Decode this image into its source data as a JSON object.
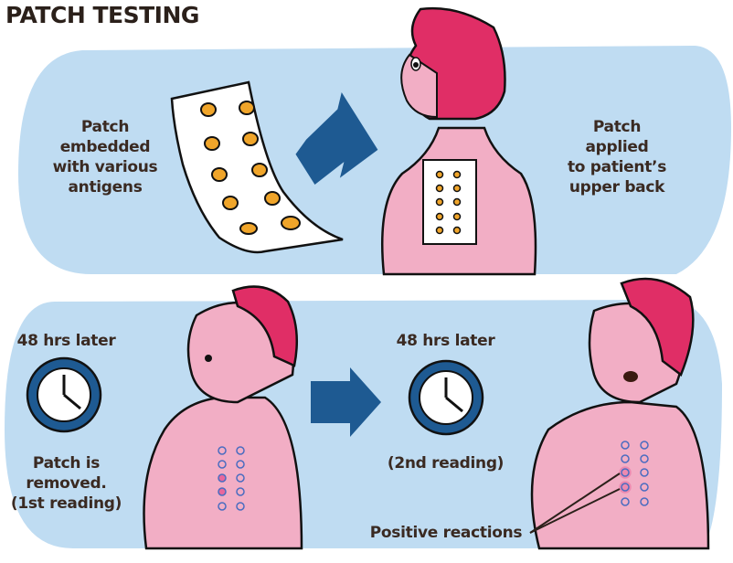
{
  "title": "PATCH TESTING",
  "colors": {
    "panel": "#bfdcf2",
    "arrow": "#1e5a92",
    "skin": "#f2aec5",
    "hair": "#e02e66",
    "antigen": "#f0a52a",
    "reaction": "#e8679c",
    "ring": "#4a6cc0",
    "clock_rim": "#1e5a92",
    "text": "#3a2a22"
  },
  "step1": {
    "left_label": [
      "Patch",
      "embedded",
      "with various",
      "antigens"
    ],
    "right_label": [
      "Patch",
      "applied",
      "to patient’s",
      "upper back"
    ]
  },
  "step2": {
    "first_time": "48 hrs later",
    "first_caption": [
      "Patch is",
      "removed.",
      "(1st reading)"
    ],
    "second_time": "48 hrs later",
    "second_caption": "(2nd reading)",
    "callout": "Positive reactions"
  },
  "icons": [
    "patch-sheet-icon",
    "arrow-right-icon",
    "clock-icon",
    "patient-figure"
  ]
}
